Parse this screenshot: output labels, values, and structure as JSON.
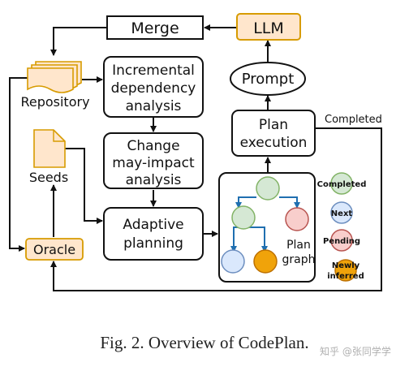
{
  "diagram": {
    "merge": "Merge",
    "llm": "LLM",
    "repository": "Repository",
    "incremental": [
      "Incremental",
      "dependency",
      "analysis"
    ],
    "prompt": "Prompt",
    "completed_label": "Completed",
    "plan_execution": [
      "Plan",
      "execution"
    ],
    "change_impact": [
      "Change",
      "may-impact",
      "analysis"
    ],
    "seeds": "Seeds",
    "adaptive": [
      "Adaptive",
      "planning"
    ],
    "plan_graph": [
      "Plan",
      "graph"
    ],
    "oracle": "Oracle",
    "legend": {
      "completed": "Completed",
      "next": "Next",
      "pending": "Pending",
      "newly_inferred": [
        "Newly",
        "inferred"
      ]
    }
  },
  "caption": "Fig. 2.  Overview of CodePlan.",
  "watermark": "知乎 @张同学学",
  "colors": {
    "completed": "#d5e8d4",
    "completed_stroke": "#82b366",
    "next": "#dae8fc",
    "next_stroke": "#6c8ebf",
    "pending": "#f8cecc",
    "pending_stroke": "#b85450",
    "newly_inferred": "#f0a30a",
    "newly_inferred_stroke": "#bd7000",
    "orange_box": "#ffe6cc",
    "orange_box_stroke": "#d79b00",
    "tree_edge": "#1f6fb0"
  }
}
